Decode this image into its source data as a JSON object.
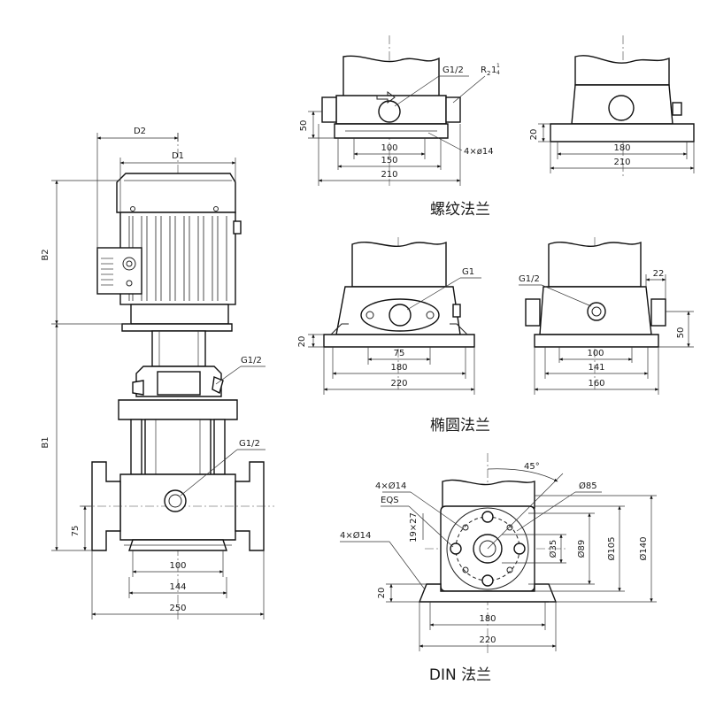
{
  "main_pump": {
    "labels": {
      "d2": "D2",
      "d1": "D1",
      "b2": "B2",
      "b1": "B1",
      "g_top": "G1/2",
      "g_mid": "G1/2",
      "h75": "75",
      "w100": "100",
      "w144": "144",
      "w250": "250"
    }
  },
  "threaded_flange": {
    "caption": "螺纹法兰",
    "front": {
      "g": "G1/2",
      "r": "R",
      "r_sub": "2",
      "r_num": "1",
      "r_frac_top": "1",
      "r_frac_bot": "4",
      "h50": "50",
      "w100": "100",
      "w150": "150",
      "w210": "210",
      "holes": "4×ø14"
    },
    "side": {
      "h20": "20",
      "w180": "180",
      "w210": "210"
    }
  },
  "oval_flange": {
    "caption": "椭圆法兰",
    "front": {
      "g": "G1",
      "h20": "20",
      "w75": "75",
      "w180": "180",
      "w220": "220"
    },
    "side": {
      "g": "G1/2",
      "w22": "22",
      "h50": "50",
      "w100": "100",
      "w141": "141",
      "w160": "160"
    }
  },
  "din_flange": {
    "caption": "DIN 法兰",
    "labels": {
      "angle": "45°",
      "holes_a": "4×Ø14",
      "eqs": "EQS",
      "d85": "Ø85",
      "slot": "19×27",
      "holes_b": "4×Ø14",
      "d35": "Ø35",
      "d89": "Ø89",
      "d105": "Ø105",
      "d140": "Ø140",
      "h20": "20",
      "w180": "180",
      "w220": "220"
    }
  }
}
